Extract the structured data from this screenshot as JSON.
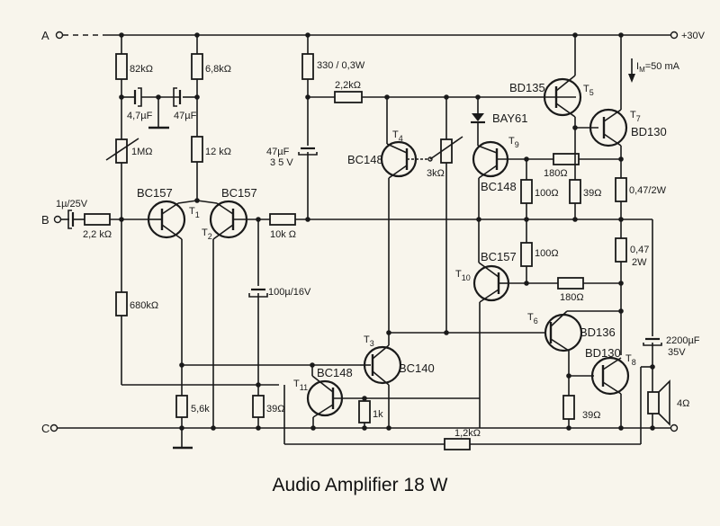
{
  "title": "Audio Amplifier 18 W",
  "terminals": {
    "a": "A",
    "b": "B",
    "c": "C",
    "supply": "+30V",
    "quiescent_current": "I",
    "quiescent_current_sub": "M",
    "quiescent_current_value": "=50 mA"
  },
  "resistors": {
    "r82k": "82kΩ",
    "r6k8": "6,8kΩ",
    "r1M": "1MΩ",
    "r12k": "12 kΩ",
    "r2k2_in": "2,2 kΩ",
    "r680k": "680kΩ",
    "r10k": "10k Ω",
    "r330": "330 / 0,3W",
    "r2k2_top": "2,2kΩ",
    "r3k": "3kΩ",
    "r180_a": "180Ω",
    "r100_a": "100Ω",
    "r39_a": "39Ω",
    "r047_a": "0,47/2W",
    "r100_b": "100Ω",
    "r047_b1": "0,47",
    "r047_b2": "2W",
    "r180_b": "180Ω",
    "r5k6": "5,6k",
    "r39_b": "39Ω",
    "r1k": "1k",
    "r39_c": "39Ω",
    "r1k2": "1,2kΩ"
  },
  "capacitors": {
    "c47_1": "4,7µF",
    "c47_2": "47µF",
    "c_in": "1µ/25V",
    "c100": "100µ/16V",
    "c47_35_1": "47µF",
    "c47_35_2": "3 5 V",
    "c2200_1": "2200µF",
    "c2200_2": "35V"
  },
  "transistors": {
    "t1": {
      "label": "T",
      "sub": "1",
      "type": "BC157"
    },
    "t2": {
      "label": "T",
      "sub": "2",
      "type": "BC157"
    },
    "t3": {
      "label": "T",
      "sub": "3",
      "type": "BC140"
    },
    "t4": {
      "label": "T",
      "sub": "4",
      "type": "BC148"
    },
    "t5": {
      "label": "T",
      "sub": "5",
      "type": "BD135"
    },
    "t6": {
      "label": "T",
      "sub": "6",
      "type": "BD136"
    },
    "t7": {
      "label": "T",
      "sub": "7",
      "type": "BD130"
    },
    "t8": {
      "label": "T",
      "sub": "8",
      "type": "BD130"
    },
    "t9": {
      "label": "T",
      "sub": "9",
      "type": "BC148"
    },
    "t10": {
      "label": "T",
      "sub": "10",
      "type": "BC157"
    },
    "t11": {
      "label": "T",
      "sub": "11",
      "type": "BC148"
    }
  },
  "diode": "BAY61",
  "speaker": "4Ω"
}
